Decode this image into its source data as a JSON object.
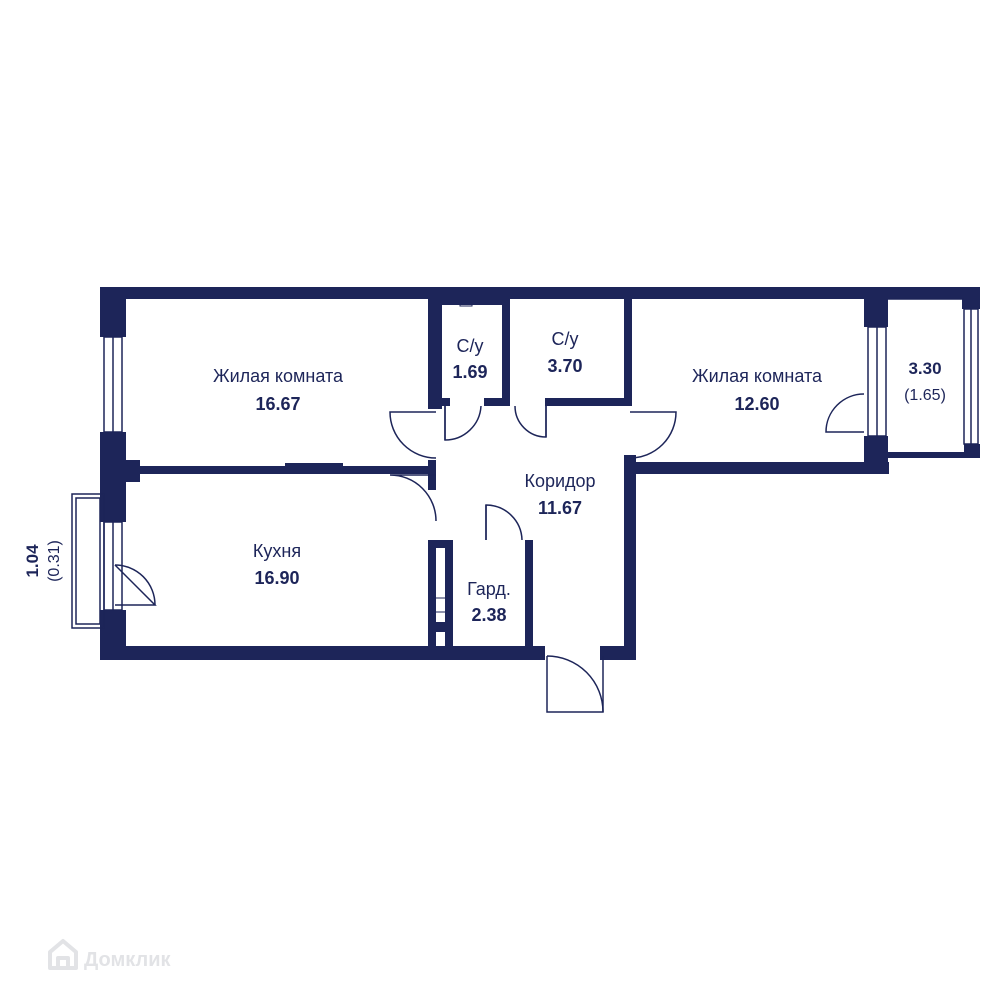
{
  "colors": {
    "wall": "#1d2559",
    "fill": "#ffffff",
    "watermark": "#e2e3e6"
  },
  "rooms": {
    "living1": {
      "label": "Жилая комната",
      "area": "16.67"
    },
    "bath1": {
      "label": "С/у",
      "area": "1.69"
    },
    "bath2": {
      "label": "С/у",
      "area": "3.70"
    },
    "living2": {
      "label": "Жилая комната",
      "area": "12.60"
    },
    "corridor": {
      "label": "Коридор",
      "area": "11.67"
    },
    "kitchen": {
      "label": "Кухня",
      "area": "16.90"
    },
    "wardrobe": {
      "label": "Гард.",
      "area": "2.38"
    }
  },
  "balconies": {
    "right": {
      "area": "3.30",
      "sub": "(1.65)"
    },
    "left": {
      "area": "1.04",
      "sub": "(0.31)"
    }
  },
  "watermark": {
    "text": "Домклик",
    "icon": "house-logo-icon"
  }
}
